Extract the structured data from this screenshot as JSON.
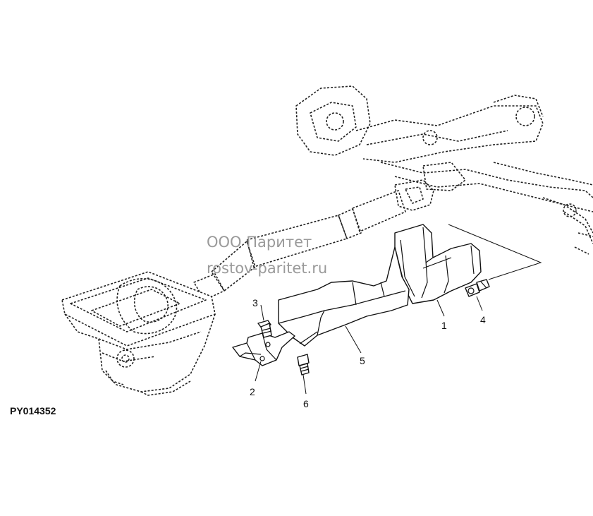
{
  "watermark": {
    "company": "ООО Паритет",
    "website": "rostov-paritet.ru"
  },
  "figure_code": "PY014352",
  "callouts": [
    {
      "label": "1",
      "part": "shield-main"
    },
    {
      "label": "2",
      "part": "bracket"
    },
    {
      "label": "3",
      "part": "upper-bolt"
    },
    {
      "label": "4",
      "part": "right-bolt"
    },
    {
      "label": "5",
      "part": "shield-front"
    },
    {
      "label": "6",
      "part": "lower-bolt"
    }
  ]
}
